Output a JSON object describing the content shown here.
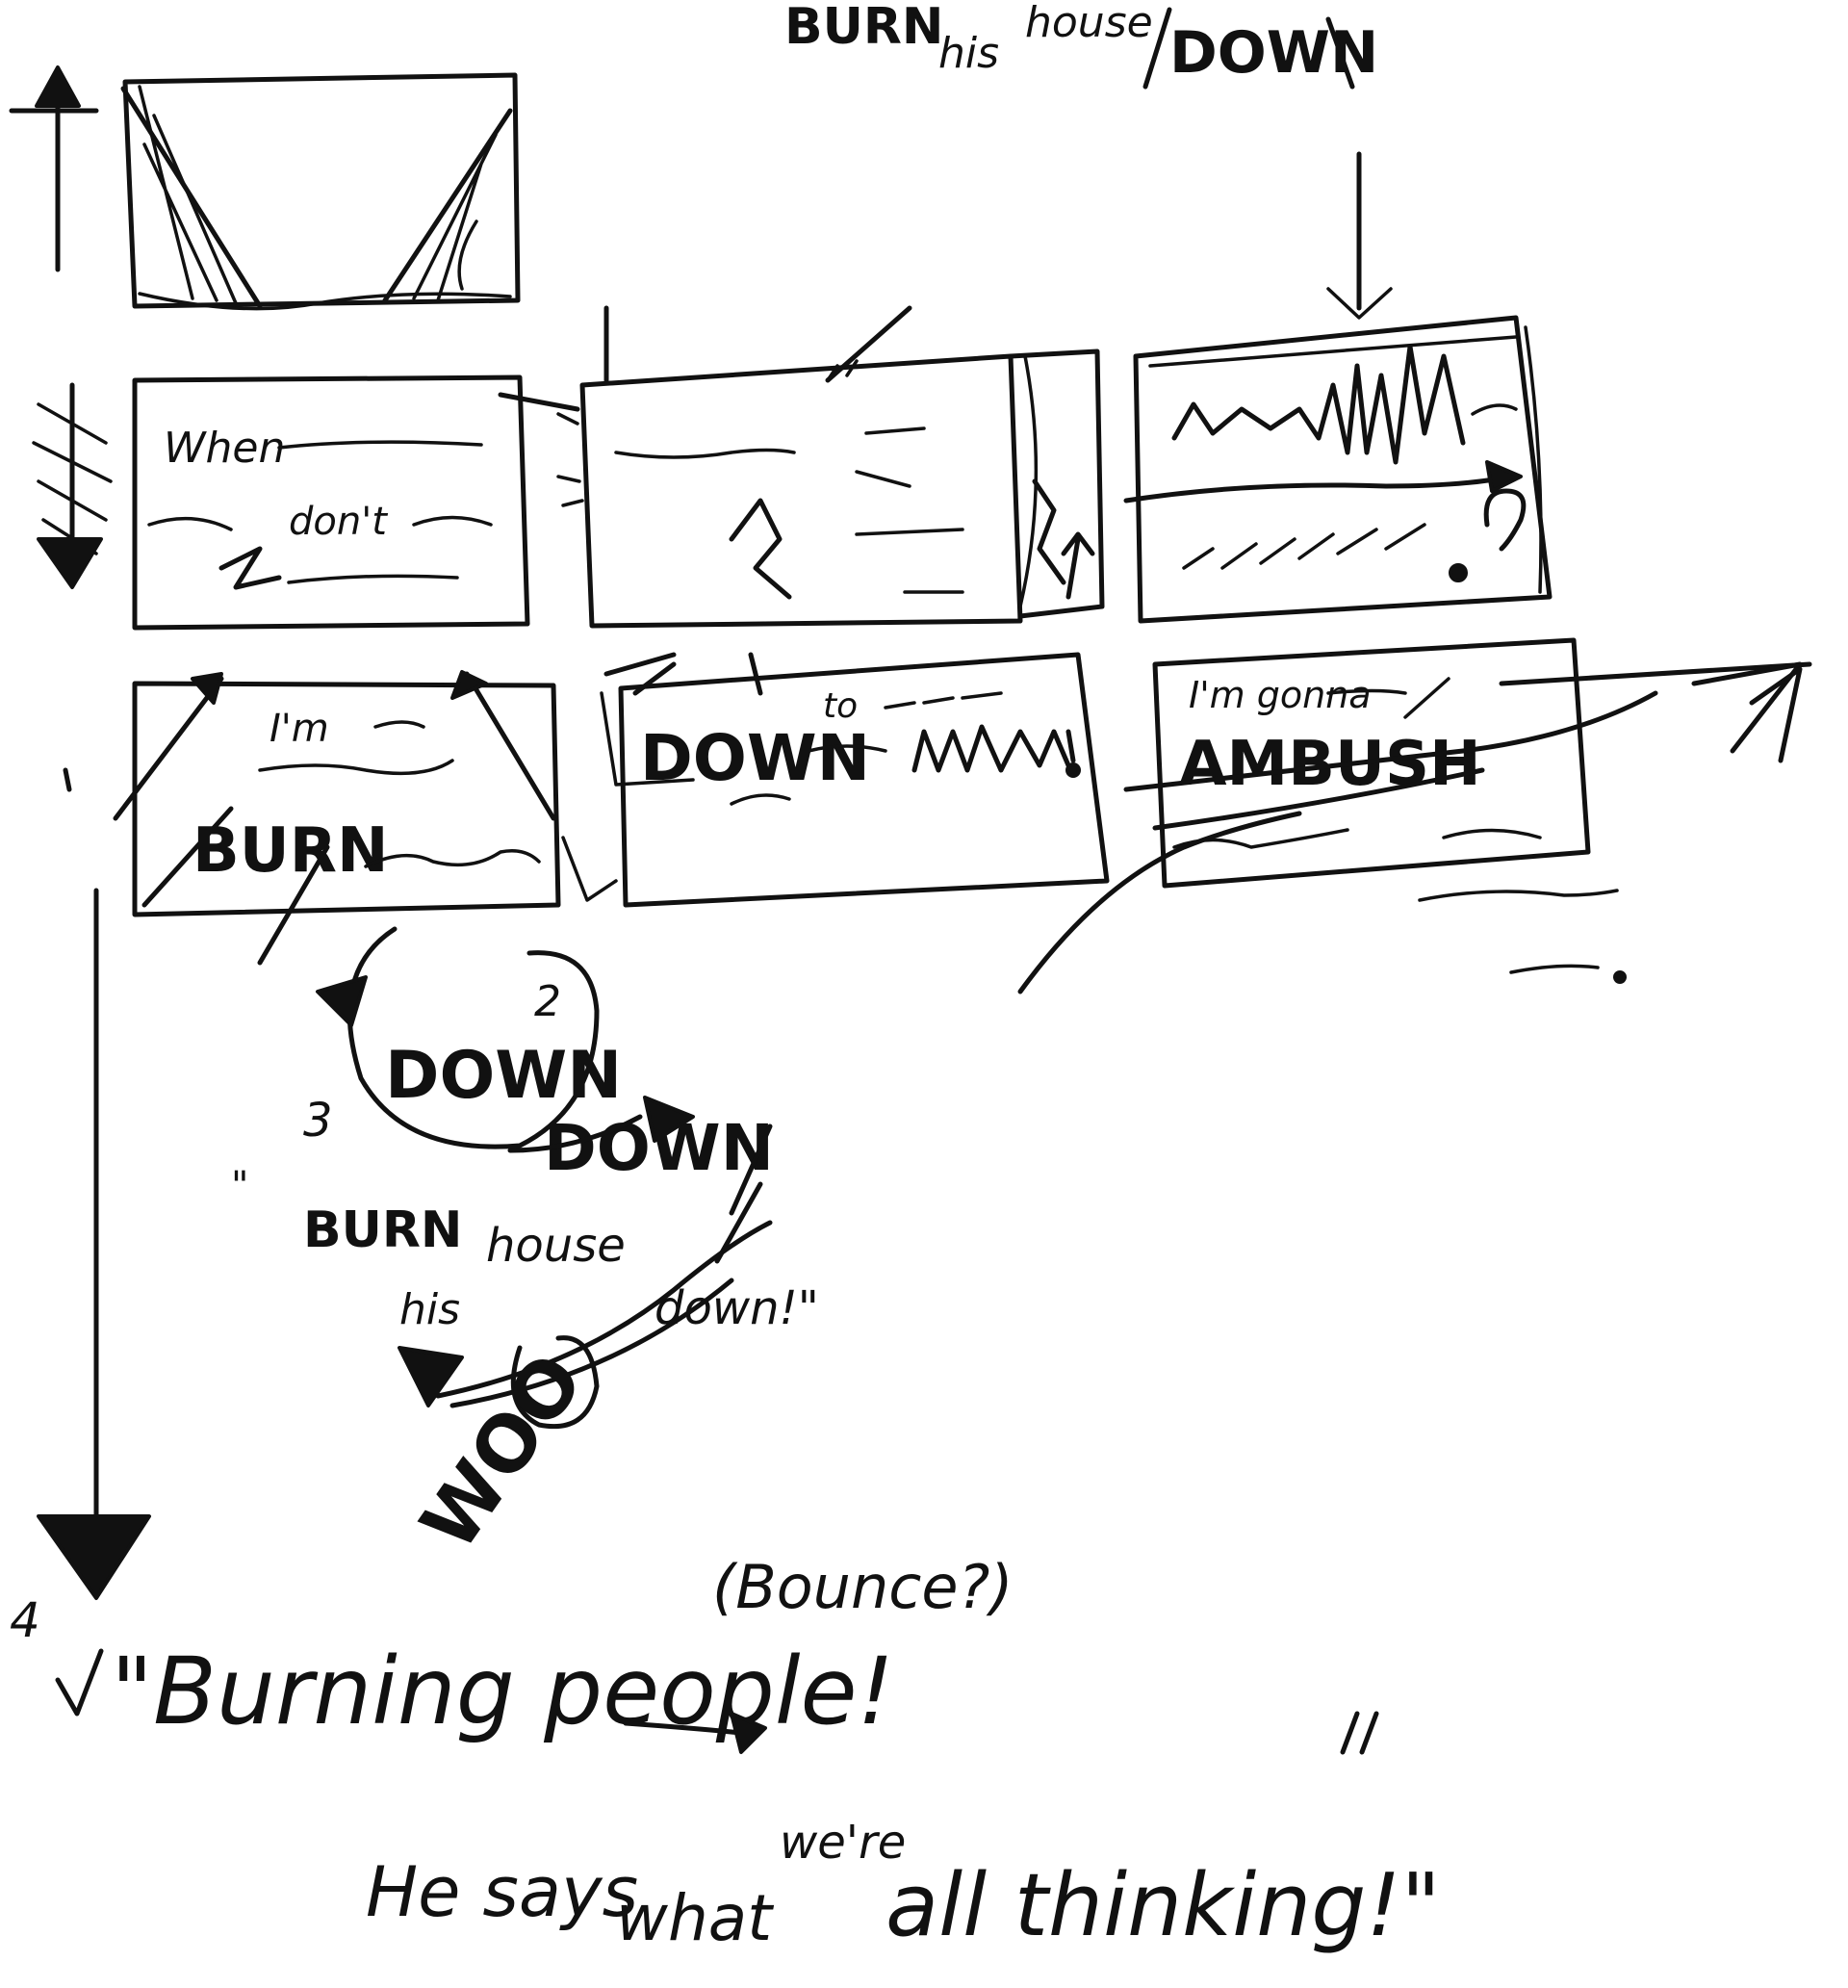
{
  "top_text": {
    "burn": "BURN",
    "his": "his",
    "house": "house",
    "down": "DOWN"
  },
  "panels": {
    "row2_left": [
      "When",
      "don't"
    ],
    "row3_left": [
      "I'm",
      "BURN"
    ],
    "row3_middle": [
      "DOWN",
      "to"
    ],
    "row3_right": [
      "I'm gonna",
      "AMBUSH"
    ]
  },
  "flow_text": {
    "number_2": "2",
    "down_circle": "DOWN",
    "number_3": "3",
    "down_2": "DOWN",
    "quote_open": "\"",
    "burn": "BURN",
    "his": "his",
    "house": "house",
    "down": "down!\"",
    "woo": "WOO"
  },
  "bottom_text": {
    "number_4": "4",
    "bounce": "(Bounce?)",
    "burning_people": "\"Burning people!",
    "he_says": "He says",
    "what": "what",
    "were": "we're",
    "all_thinking": "all thinking!\""
  }
}
